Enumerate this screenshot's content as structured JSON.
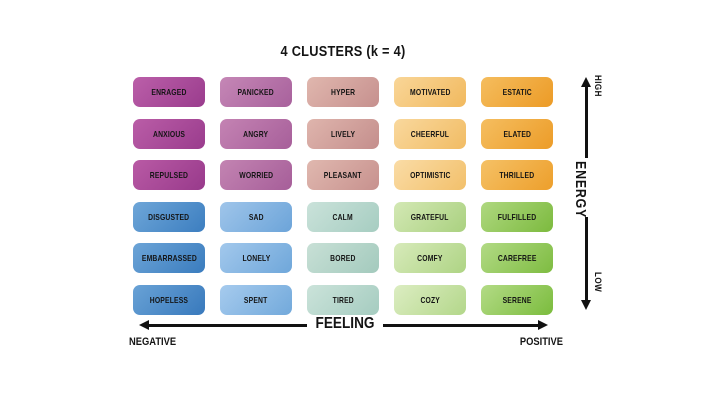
{
  "title": "4 CLUSTERS (k = 4)",
  "axes": {
    "x": {
      "label": "FEELING",
      "negative": "NEGATIVE",
      "positive": "POSITIVE"
    },
    "y": {
      "label": "ENERGY",
      "high": "HIGH",
      "low": "LOW"
    }
  },
  "colors": {
    "background": "#ffffff",
    "text": "#141414",
    "axis": "#111111",
    "cluster_negative_high": "#9a3c8d",
    "cluster_positive_high": "#ec9c28",
    "cluster_negative_low": "#3c7ec0",
    "cluster_positive_low": "#7cba3e"
  },
  "chart_data": {
    "type": "heatmap",
    "title": "4 CLUSTERS (k = 4)",
    "clusters_k": 4,
    "xlabel": "FEELING",
    "ylabel": "ENERGY",
    "x_range": [
      "NEGATIVE",
      "POSITIVE"
    ],
    "y_range": [
      "LOW",
      "HIGH"
    ],
    "columns": 5,
    "rows": 6,
    "grid_rows": [
      {
        "energy_level": 6,
        "cells": [
          {
            "label": "ENRAGED",
            "from": "#bb5fa9",
            "to": "#9a3c8d"
          },
          {
            "label": "PANICKED",
            "from": "#c587b6",
            "to": "#a8619c"
          },
          {
            "label": "HYPER",
            "from": "#e0b7ae",
            "to": "#c6908e"
          },
          {
            "label": "MOTIVATED",
            "from": "#f9d698",
            "to": "#f1b95e"
          },
          {
            "label": "ESTATIC",
            "from": "#f5bd5e",
            "to": "#ec9b26"
          }
        ]
      },
      {
        "energy_level": 5,
        "cells": [
          {
            "label": "ANXIOUS",
            "from": "#ba5da7",
            "to": "#9a3c8d"
          },
          {
            "label": "ANGRY",
            "from": "#c483b3",
            "to": "#a75f9a"
          },
          {
            "label": "LIVELY",
            "from": "#dfb5ad",
            "to": "#c48e8c"
          },
          {
            "label": "CHEERFUL",
            "from": "#f9d89d",
            "to": "#f1bc64"
          },
          {
            "label": "ELATED",
            "from": "#f5be60",
            "to": "#ec9c28"
          }
        ]
      },
      {
        "energy_level": 4,
        "cells": [
          {
            "label": "REPULSED",
            "from": "#b95aa5",
            "to": "#983a8b"
          },
          {
            "label": "WORRIED",
            "from": "#c384b2",
            "to": "#a65e99"
          },
          {
            "label": "PLEASANT",
            "from": "#e0b8af",
            "to": "#c7918e"
          },
          {
            "label": "OPTIMISTIC",
            "from": "#fadca6",
            "to": "#f2c06b"
          },
          {
            "label": "THRILLED",
            "from": "#f5c166",
            "to": "#ed9f2b"
          }
        ]
      },
      {
        "energy_level": 3,
        "cells": [
          {
            "label": "DISGUSTED",
            "from": "#6ea6d8",
            "to": "#3c7ec0"
          },
          {
            "label": "SAD",
            "from": "#9fc5ea",
            "to": "#6ca4d9"
          },
          {
            "label": "CALM",
            "from": "#cae2da",
            "to": "#a6cdc1"
          },
          {
            "label": "GRATEFUL",
            "from": "#d3e8b4",
            "to": "#aad180"
          },
          {
            "label": "FULFILLED",
            "from": "#afd880",
            "to": "#7cba3e"
          }
        ]
      },
      {
        "energy_level": 2,
        "cells": [
          {
            "label": "EMBARRASSED",
            "from": "#6ca4d7",
            "to": "#3a7cbe"
          },
          {
            "label": "LONELY",
            "from": "#a2c8ec",
            "to": "#6fa7da"
          },
          {
            "label": "BORED",
            "from": "#c8e0d6",
            "to": "#a3cabd"
          },
          {
            "label": "COMFY",
            "from": "#d7eaba",
            "to": "#aed484"
          },
          {
            "label": "CAREFREE",
            "from": "#b2da85",
            "to": "#7ebc41"
          }
        ]
      },
      {
        "energy_level": 1,
        "cells": [
          {
            "label": "HOPELESS",
            "from": "#69a2d6",
            "to": "#3879bc"
          },
          {
            "label": "SPENT",
            "from": "#a6cbee",
            "to": "#72a9db"
          },
          {
            "label": "TIRED",
            "from": "#cbe3da",
            "to": "#a5ccc0"
          },
          {
            "label": "COZY",
            "from": "#dcedc2",
            "to": "#b3d78a"
          },
          {
            "label": "SERENE",
            "from": "#b3db86",
            "to": "#7bbc3d"
          }
        ]
      }
    ]
  }
}
